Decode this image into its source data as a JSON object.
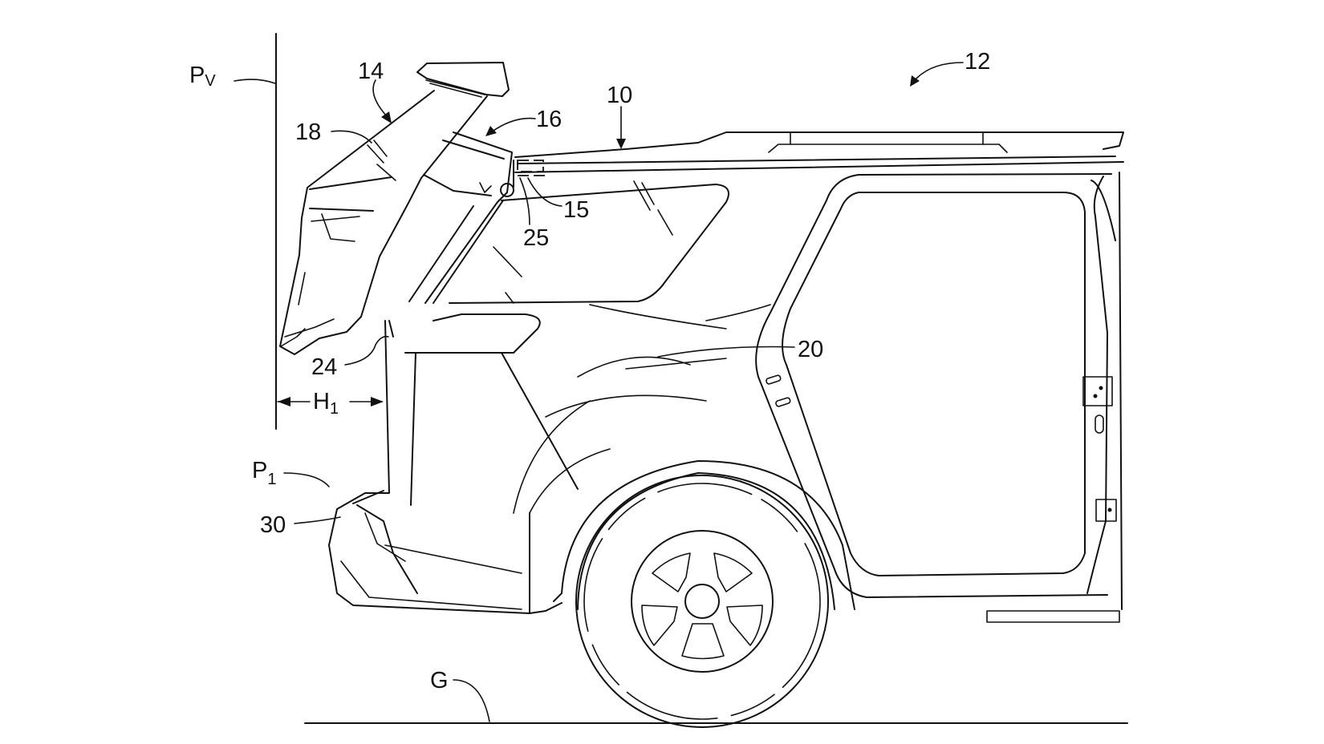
{
  "figure": {
    "type": "patent line drawing",
    "subject": "rear of vehicle with raised liftgate",
    "background_color": "#ffffff",
    "line_color": "#111111"
  },
  "labels": {
    "pv_main": "P",
    "pv_sub": "V",
    "l14": "14",
    "l18": "18",
    "l16": "16",
    "l10": "10",
    "l12": "12",
    "l15": "15",
    "l25": "25",
    "l24": "24",
    "h1_main": "H",
    "h1_sub": "1",
    "l20": "20",
    "p1_main": "P",
    "p1_sub": "1",
    "l30": "30",
    "g": "G"
  }
}
